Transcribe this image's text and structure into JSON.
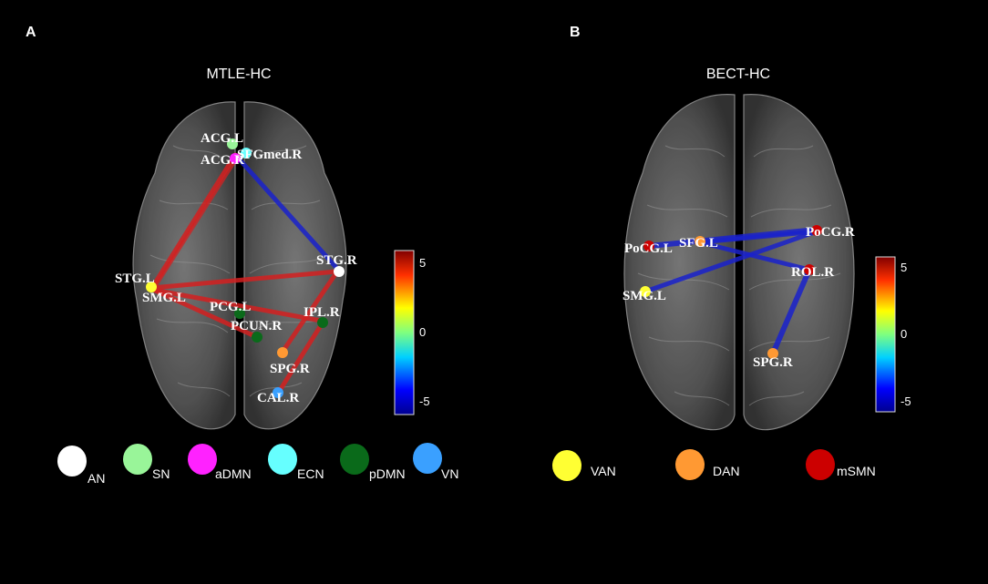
{
  "panels": [
    {
      "letter": "A",
      "title": "MTLE-HC",
      "roi_labels": [
        "ACG.L",
        "ACG.R",
        "SFGmed.R",
        "STG.R",
        "STG.L",
        "SMG.L",
        "PCG.L",
        "PCUN.R",
        "IPL.R",
        "SPG.R",
        "CAL.R"
      ],
      "colorbar_ticks": [
        "5",
        "0",
        "-5"
      ],
      "legend": [
        {
          "label": "AN",
          "color": "#ffffff"
        },
        {
          "label": "SN",
          "color": "#99f599"
        },
        {
          "label": "aDMN",
          "color": "#ff22ff"
        },
        {
          "label": "ECN",
          "color": "#66ffff"
        },
        {
          "label": "pDMN",
          "color": "#0a6a1a"
        },
        {
          "label": "VN",
          "color": "#3aa0ff"
        }
      ]
    },
    {
      "letter": "B",
      "title": "BECT-HC",
      "roi_labels": [
        "SFG.L",
        "PoCG.R",
        "PoCG.L",
        "ROL.R",
        "SMG.L",
        "SPG.R"
      ],
      "colorbar_ticks": [
        "5",
        "0",
        "-5"
      ],
      "legend": [
        {
          "label": "VAN",
          "color": "#ffff33"
        },
        {
          "label": "DAN",
          "color": "#ff9933"
        },
        {
          "label": "mSMN",
          "color": "#cc0000"
        }
      ]
    }
  ]
}
